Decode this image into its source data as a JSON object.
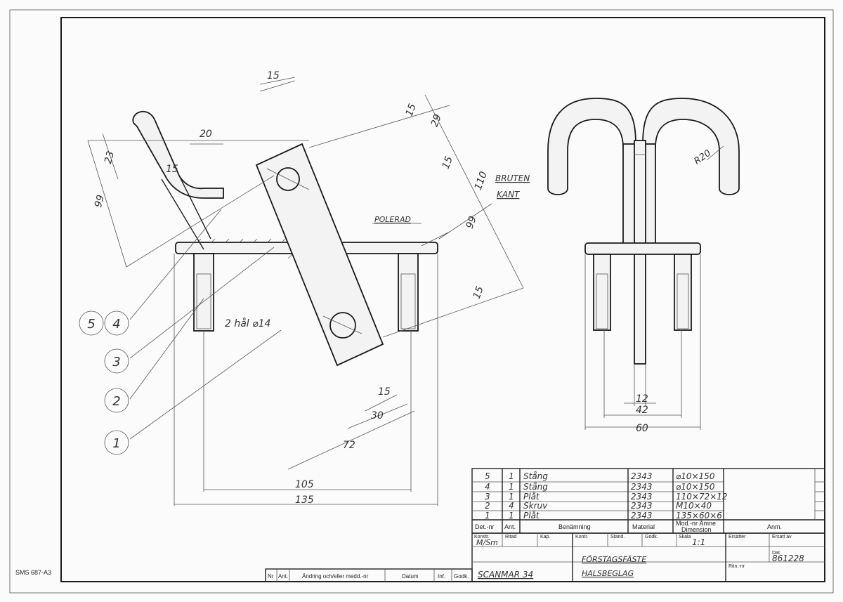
{
  "sheet_standard": "SMS 687-A3",
  "labels": {
    "broken_edge_line1": "BRUTEN",
    "broken_edge_line2": "KANT",
    "polished": "POLERAD",
    "holes": "2 hål ⌀14",
    "radius": "R20"
  },
  "dimensions": {
    "d15_top": "15",
    "d20": "20",
    "d23": "23",
    "d99_left": "99",
    "d15_angle": "15",
    "d15_right_a": "15",
    "d29": "29",
    "d15_right_b": "15",
    "d110": "110",
    "d99_right": "99",
    "d15_right_c": "15",
    "d15_bottom": "15",
    "d30": "30",
    "d72": "72",
    "d105": "105",
    "d135": "135",
    "d12": "12",
    "d42": "42",
    "d60": "60"
  },
  "balloons": [
    "5",
    "4",
    "3",
    "2",
    "1"
  ],
  "parts_list": {
    "rows": [
      {
        "det": "5",
        "ant": "1",
        "name": "Stång",
        "material": "2343",
        "dim": "⌀10×150"
      },
      {
        "det": "4",
        "ant": "1",
        "name": "Stång",
        "material": "2343",
        "dim": "⌀10×150"
      },
      {
        "det": "3",
        "ant": "1",
        "name": "Plåt",
        "material": "2343",
        "dim": "110×72×12"
      },
      {
        "det": "2",
        "ant": "4",
        "name": "Skruv",
        "material": "2343",
        "dim": "M10×40"
      },
      {
        "det": "1",
        "ant": "1",
        "name": "Plåt",
        "material": "2343",
        "dim": "135×60×6"
      }
    ],
    "headers": {
      "det": "Det.-nr",
      "ant": "Ant.",
      "name": "Benämning",
      "material": "Material",
      "mod_line1": "Mod.-nr  Ämne",
      "mod_line2": "Dimension",
      "anm": "Anm."
    }
  },
  "title_block": {
    "konstr_label": "Konstr.",
    "konstr_value": "M/Sm",
    "ritad_label": "Ritad",
    "kap_label": "Kap.",
    "kontr_label": "Kontr.",
    "stand_label": "Stand.",
    "godk_label": "Godk.",
    "skala_label": "Skala",
    "skala_value": "1:1",
    "ersatter_label": "Ersätter",
    "ersatt_av_label": "Ersatt av",
    "dat_label": "Dat.",
    "dat_value": "861228",
    "ritn_label": "Ritn.-nr",
    "company": "SCANMAR 34",
    "title_line1": "FÖRSTAGSFÄSTE",
    "title_line2": "HALSBEGLAG"
  },
  "revision_block": {
    "nr": "Nr",
    "ant": "Ant.",
    "change": "Ändring och/eller medd.-nr",
    "datum": "Datum",
    "inf": "Inf.",
    "godk": "Godk."
  }
}
